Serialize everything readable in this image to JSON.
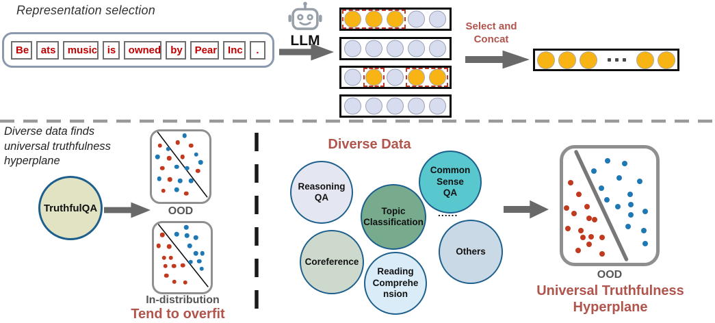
{
  "top": {
    "title": "Representation selection",
    "tokens": [
      "Be",
      "ats",
      "music",
      "is",
      "owned",
      "by",
      "Pear",
      "Inc",
      "."
    ],
    "llm_label": "LLM",
    "select_concat_line1": "Select and",
    "select_concat_line2": "Concat",
    "rep_rows": [
      {
        "cells": [
          1,
          1,
          1,
          0,
          0
        ],
        "dash_groups": [
          [
            0,
            3
          ]
        ]
      },
      {
        "cells": [
          0,
          0,
          0,
          0,
          0
        ],
        "dash_groups": []
      },
      {
        "cells": [
          0,
          1,
          0,
          1,
          1
        ],
        "dash_groups": [
          [
            1,
            1
          ],
          [
            3,
            2
          ]
        ]
      },
      {
        "cells": [
          0,
          0,
          0,
          0,
          0
        ],
        "dash_groups": []
      }
    ],
    "concat_row": {
      "left_count": 3,
      "ellipsis": "...",
      "right_count": 2
    }
  },
  "bottom_left": {
    "caption_lines": [
      "Diverse data finds",
      "universal truthfulness",
      "hyperplane"
    ],
    "source_label": "TruthfulQA",
    "plot_ood_label": "OOD",
    "plot_indist_label": "In-distribution",
    "warning_label": "Tend to overfit"
  },
  "bottom_right": {
    "title": "Diverse Data",
    "datasets": [
      {
        "id": "reasoning-qa",
        "label_lines": [
          "Reasoning",
          "QA"
        ],
        "fill": "#E4E7F2"
      },
      {
        "id": "topic-classification",
        "label_lines": [
          "Topic",
          "Classification"
        ],
        "fill": "#78AA8E"
      },
      {
        "id": "common-sense-qa",
        "label_lines": [
          "Common",
          "Sense",
          "QA"
        ],
        "fill": "#58C7CE"
      },
      {
        "id": "coreference",
        "label_lines": [
          "Coreference"
        ],
        "fill": "#CDD9CC"
      },
      {
        "id": "reading-comprehension",
        "label_lines": [
          "Reading",
          "Comprehe",
          "nsion"
        ],
        "fill": "#D9ECF8"
      },
      {
        "id": "others",
        "label_lines": [
          "Others"
        ],
        "fill": "#C9D9E6"
      }
    ],
    "ellipsis": "......",
    "plot_label": "OOD",
    "conclusion_lines": [
      "Universal Truthfulness",
      "Hyperplane"
    ]
  },
  "plots": {
    "ood_small": {
      "line": [
        10,
        1,
        96,
        93
      ],
      "dots": [
        [
          57,
          6,
          "b"
        ],
        [
          14,
          20,
          "r"
        ],
        [
          45,
          16,
          "r"
        ],
        [
          28,
          25,
          "b"
        ],
        [
          68,
          20,
          "r"
        ],
        [
          10,
          36,
          "b"
        ],
        [
          30,
          38,
          "r"
        ],
        [
          53,
          36,
          "r"
        ],
        [
          77,
          33,
          "b"
        ],
        [
          85,
          44,
          "b"
        ],
        [
          18,
          52,
          "r"
        ],
        [
          43,
          50,
          "b"
        ],
        [
          61,
          52,
          "b"
        ],
        [
          80,
          56,
          "r"
        ],
        [
          13,
          67,
          "b"
        ],
        [
          31,
          68,
          "r"
        ],
        [
          49,
          70,
          "b"
        ],
        [
          68,
          70,
          "b"
        ],
        [
          20,
          84,
          "r"
        ],
        [
          43,
          83,
          "b"
        ],
        [
          60,
          88,
          "r"
        ]
      ]
    },
    "in_distribution": {
      "line": [
        8,
        2,
        95,
        92
      ],
      "dots": [
        [
          15,
          17,
          "r"
        ],
        [
          8,
          33,
          "r"
        ],
        [
          27,
          34,
          "r"
        ],
        [
          18,
          50,
          "r"
        ],
        [
          30,
          50,
          "r"
        ],
        [
          20,
          62,
          "r"
        ],
        [
          35,
          62,
          "r"
        ],
        [
          51,
          61,
          "r"
        ],
        [
          22,
          76,
          "r"
        ],
        [
          36,
          85,
          "r"
        ],
        [
          55,
          86,
          "r"
        ],
        [
          57,
          6,
          "b"
        ],
        [
          40,
          16,
          "b"
        ],
        [
          58,
          18,
          "b"
        ],
        [
          74,
          21,
          "b"
        ],
        [
          63,
          33,
          "b"
        ],
        [
          74,
          44,
          "b"
        ],
        [
          85,
          44,
          "b"
        ],
        [
          80,
          55,
          "b"
        ],
        [
          65,
          56,
          "b"
        ],
        [
          84,
          66,
          "b"
        ]
      ]
    },
    "ood_big": {
      "line": [
        14,
        3,
        68,
        97
      ],
      "dots": [
        [
          8,
          30,
          "r"
        ],
        [
          17,
          40,
          "r"
        ],
        [
          4,
          52,
          "r"
        ],
        [
          12,
          57,
          "r"
        ],
        [
          26,
          51,
          "r"
        ],
        [
          28,
          61,
          "r"
        ],
        [
          34,
          62,
          "r"
        ],
        [
          5,
          70,
          "r"
        ],
        [
          19,
          72,
          "r"
        ],
        [
          21,
          78,
          "r"
        ],
        [
          30,
          77,
          "r"
        ],
        [
          28,
          84,
          "r"
        ],
        [
          16,
          89,
          "r"
        ],
        [
          42,
          78,
          "r"
        ],
        [
          42,
          92,
          "r"
        ],
        [
          48,
          11,
          "b"
        ],
        [
          66,
          13,
          "b"
        ],
        [
          33,
          20,
          "b"
        ],
        [
          60,
          26,
          "b"
        ],
        [
          82,
          29,
          "b"
        ],
        [
          41,
          35,
          "b"
        ],
        [
          47,
          45,
          "b"
        ],
        [
          72,
          40,
          "b"
        ],
        [
          59,
          51,
          "b"
        ],
        [
          73,
          49,
          "b"
        ],
        [
          88,
          55,
          "b"
        ],
        [
          73,
          58,
          "b"
        ],
        [
          70,
          68,
          "b"
        ],
        [
          87,
          72,
          "b"
        ],
        [
          88,
          83,
          "b"
        ]
      ]
    }
  },
  "colors": {
    "token_text": "#C00000",
    "sentence_box_border": "#8A99AD",
    "accent_heading": "#B0544C",
    "selected_circle": "#F7B414",
    "plain_circle": "#D7DCEE",
    "dashed_select": "#C0392B",
    "arrow_gray": "#696969",
    "dot_red": "#C13A1E",
    "dot_blue": "#1E78B4",
    "truthfulqa_fill": "#E2E3C3",
    "bubble_border": "#1D5F8C",
    "plot_border": "#8F8F8F",
    "gray_label": "#555555"
  }
}
